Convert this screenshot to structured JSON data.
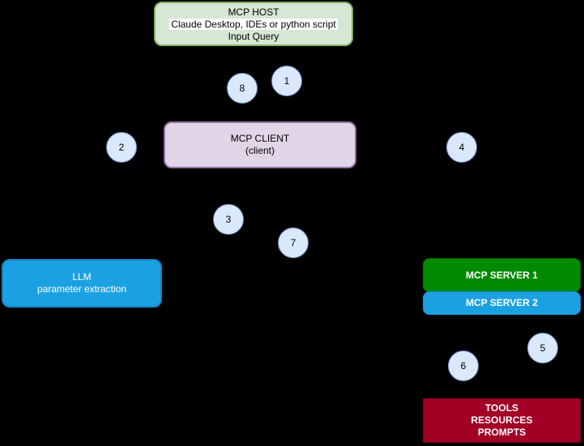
{
  "diagram": {
    "background": "#000000",
    "nodes": {
      "mcp_host": {
        "title": "MCP HOST",
        "subtitle": "Claude Desktop, IDEs or python script",
        "note": "Input Query",
        "fill": "#d5e8d4",
        "border": "#82b366",
        "subtitle_highlight": "#ffffff"
      },
      "mcp_client": {
        "title": "MCP CLIENT",
        "subtitle": "(client)",
        "fill": "#e1d5e7",
        "border": "#9673a6"
      },
      "llm": {
        "title": "LLM",
        "subtitle": "parameter extraction",
        "fill": "#1ba1e2"
      },
      "mcp_server_1": {
        "title": "MCP SERVER 1",
        "fill": "#008a00"
      },
      "mcp_server_2": {
        "title": "MCP SERVER 2",
        "fill": "#1ba1e2"
      },
      "tools": {
        "line1": "TOOLS",
        "line2": "RESOURCES",
        "line3": "PROMPTS",
        "fill": "#a20025"
      }
    },
    "steps": [
      {
        "label": "1"
      },
      {
        "label": "2"
      },
      {
        "label": "3"
      },
      {
        "label": "4"
      },
      {
        "label": "5"
      },
      {
        "label": "6"
      },
      {
        "label": "7"
      },
      {
        "label": "8"
      }
    ],
    "step_style": {
      "fill": "#dae8fc",
      "border": "#6c8ebf"
    }
  }
}
